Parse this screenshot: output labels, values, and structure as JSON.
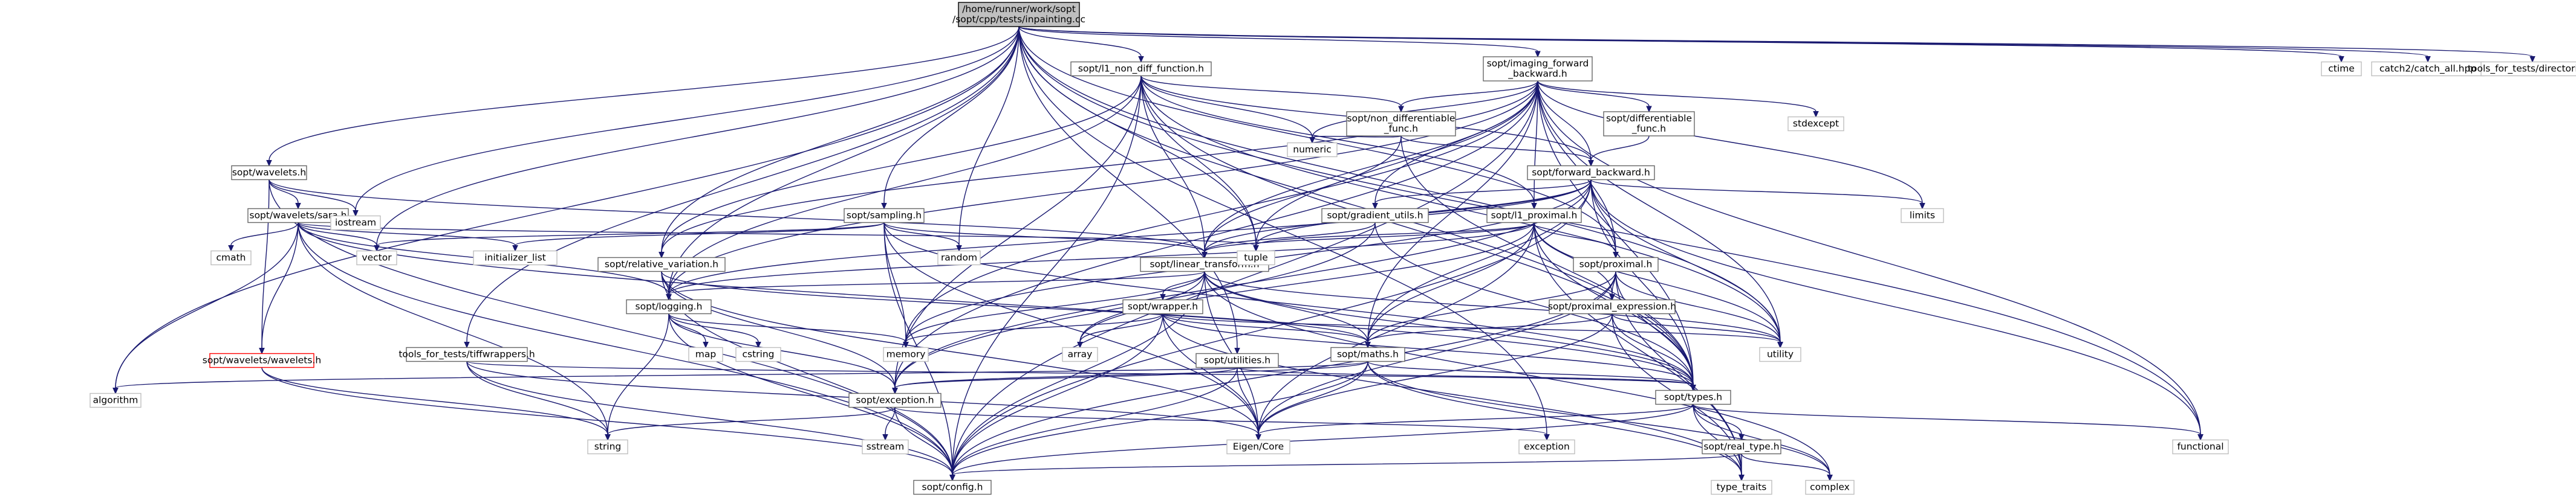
{
  "diagram": {
    "type": "include-dependency-graph",
    "colors": {
      "edge": "#191970",
      "root_fill": "#bfbfbf",
      "project_header_border": "#666666",
      "system_header_border": "#bfbfbf",
      "missing_header_border": "#ff0000"
    },
    "nodes": [
      {
        "id": "root",
        "lines": [
          "/home/runner/work/sopt",
          "/sopt/cpp/tests/inpainting.cc"
        ],
        "kind": "root"
      },
      {
        "id": "l1nondiff",
        "lines": [
          "sopt/l1_non_diff_function.h"
        ],
        "kind": "project"
      },
      {
        "id": "imagingfb",
        "lines": [
          "sopt/imaging_forward",
          "_backward.h"
        ],
        "kind": "project"
      },
      {
        "id": "ctime",
        "lines": [
          "ctime"
        ],
        "kind": "system"
      },
      {
        "id": "catch",
        "lines": [
          "catch2/catch_all.hpp"
        ],
        "kind": "system"
      },
      {
        "id": "toolsdirs",
        "lines": [
          "tools_for_tests/directories.h"
        ],
        "kind": "system"
      },
      {
        "id": "nondiff",
        "lines": [
          "sopt/non_differentiable",
          "_func.h"
        ],
        "kind": "project"
      },
      {
        "id": "differentiable",
        "lines": [
          "sopt/differentiable",
          "_func.h"
        ],
        "kind": "project"
      },
      {
        "id": "stdexcept",
        "lines": [
          "stdexcept"
        ],
        "kind": "system"
      },
      {
        "id": "numeric",
        "lines": [
          "numeric"
        ],
        "kind": "system"
      },
      {
        "id": "wavelets",
        "lines": [
          "sopt/wavelets.h"
        ],
        "kind": "project"
      },
      {
        "id": "forwardbackward",
        "lines": [
          "sopt/forward_backward.h"
        ],
        "kind": "project"
      },
      {
        "id": "limits",
        "lines": [
          "limits"
        ],
        "kind": "system"
      },
      {
        "id": "sara",
        "lines": [
          "sopt/wavelets/sara.h"
        ],
        "kind": "project"
      },
      {
        "id": "iostream",
        "lines": [
          "iostream"
        ],
        "kind": "system"
      },
      {
        "id": "sampling",
        "lines": [
          "sopt/sampling.h"
        ],
        "kind": "project"
      },
      {
        "id": "gradient",
        "lines": [
          "sopt/gradient_utils.h"
        ],
        "kind": "project"
      },
      {
        "id": "l1proximal",
        "lines": [
          "sopt/l1_proximal.h"
        ],
        "kind": "project"
      },
      {
        "id": "cmath",
        "lines": [
          "cmath"
        ],
        "kind": "system"
      },
      {
        "id": "vector",
        "lines": [
          "vector"
        ],
        "kind": "system"
      },
      {
        "id": "initlist",
        "lines": [
          "initializer_list"
        ],
        "kind": "system"
      },
      {
        "id": "random",
        "lines": [
          "random"
        ],
        "kind": "system"
      },
      {
        "id": "linear",
        "lines": [
          "sopt/linear_transform.h"
        ],
        "kind": "project"
      },
      {
        "id": "tuple",
        "lines": [
          "tuple"
        ],
        "kind": "system"
      },
      {
        "id": "relvar",
        "lines": [
          "sopt/relative_variation.h"
        ],
        "kind": "project"
      },
      {
        "id": "proximal",
        "lines": [
          "sopt/proximal.h"
        ],
        "kind": "project"
      },
      {
        "id": "wrapper",
        "lines": [
          "sopt/wrapper.h"
        ],
        "kind": "project"
      },
      {
        "id": "logging",
        "lines": [
          "sopt/logging.h"
        ],
        "kind": "project"
      },
      {
        "id": "proxexpr",
        "lines": [
          "sopt/proximal_expression.h"
        ],
        "kind": "project"
      },
      {
        "id": "map",
        "lines": [
          "map"
        ],
        "kind": "system"
      },
      {
        "id": "cstring",
        "lines": [
          "cstring"
        ],
        "kind": "system"
      },
      {
        "id": "memory",
        "lines": [
          "memory"
        ],
        "kind": "system"
      },
      {
        "id": "array",
        "lines": [
          "array"
        ],
        "kind": "system"
      },
      {
        "id": "utility",
        "lines": [
          "utility"
        ],
        "kind": "system"
      },
      {
        "id": "tfft",
        "lines": [
          "tools_for_tests/tiffwrappers.h"
        ],
        "kind": "project"
      },
      {
        "id": "waveletsw",
        "lines": [
          "sopt/wavelets/wavelets.h"
        ],
        "kind": "missing"
      },
      {
        "id": "utilities",
        "lines": [
          "sopt/utilities.h"
        ],
        "kind": "project"
      },
      {
        "id": "maths",
        "lines": [
          "sopt/maths.h"
        ],
        "kind": "project"
      },
      {
        "id": "algorithm",
        "lines": [
          "algorithm"
        ],
        "kind": "system"
      },
      {
        "id": "exception",
        "lines": [
          "sopt/exception.h"
        ],
        "kind": "project"
      },
      {
        "id": "types",
        "lines": [
          "sopt/types.h"
        ],
        "kind": "project"
      },
      {
        "id": "sstream",
        "lines": [
          "sstream"
        ],
        "kind": "system"
      },
      {
        "id": "string",
        "lines": [
          "string"
        ],
        "kind": "system"
      },
      {
        "id": "eigen",
        "lines": [
          "Eigen/Core"
        ],
        "kind": "system"
      },
      {
        "id": "exceptionstd",
        "lines": [
          "exception"
        ],
        "kind": "system"
      },
      {
        "id": "realtype",
        "lines": [
          "sopt/real_type.h"
        ],
        "kind": "project"
      },
      {
        "id": "functional",
        "lines": [
          "functional"
        ],
        "kind": "system"
      },
      {
        "id": "config",
        "lines": [
          "sopt/config.h"
        ],
        "kind": "project"
      },
      {
        "id": "typetraits",
        "lines": [
          "type_traits"
        ],
        "kind": "system"
      },
      {
        "id": "complex",
        "lines": [
          "complex"
        ],
        "kind": "system"
      }
    ],
    "edges": [
      [
        "root",
        "l1nondiff"
      ],
      [
        "root",
        "imagingfb"
      ],
      [
        "root",
        "ctime"
      ],
      [
        "root",
        "catch"
      ],
      [
        "root",
        "toolsdirs"
      ],
      [
        "root",
        "wavelets"
      ],
      [
        "root",
        "iostream"
      ],
      [
        "root",
        "vector"
      ],
      [
        "root",
        "sampling"
      ],
      [
        "root",
        "random"
      ],
      [
        "root",
        "relvar"
      ],
      [
        "root",
        "logging"
      ],
      [
        "root",
        "proximal"
      ],
      [
        "root",
        "tfft"
      ],
      [
        "root",
        "utilities"
      ],
      [
        "root",
        "types"
      ],
      [
        "root",
        "algorithm"
      ],
      [
        "root",
        "functional"
      ],
      [
        "root",
        "exceptionstd"
      ],
      [
        "root",
        "tuple"
      ],
      [
        "root",
        "utility"
      ],
      [
        "l1nondiff",
        "nondiff"
      ],
      [
        "l1nondiff",
        "numeric"
      ],
      [
        "l1nondiff",
        "forwardbackward"
      ],
      [
        "l1nondiff",
        "l1proximal"
      ],
      [
        "l1nondiff",
        "linear"
      ],
      [
        "l1nondiff",
        "tuple"
      ],
      [
        "l1nondiff",
        "relvar"
      ],
      [
        "l1nondiff",
        "logging"
      ],
      [
        "l1nondiff",
        "exception"
      ],
      [
        "l1nondiff",
        "types"
      ],
      [
        "l1nondiff",
        "config"
      ],
      [
        "l1nondiff",
        "utility"
      ],
      [
        "imagingfb",
        "nondiff"
      ],
      [
        "imagingfb",
        "differentiable"
      ],
      [
        "imagingfb",
        "stdexcept"
      ],
      [
        "imagingfb",
        "numeric"
      ],
      [
        "imagingfb",
        "forwardbackward"
      ],
      [
        "imagingfb",
        "limits"
      ],
      [
        "imagingfb",
        "gradient"
      ],
      [
        "imagingfb",
        "linear"
      ],
      [
        "imagingfb",
        "relvar"
      ],
      [
        "imagingfb",
        "logging"
      ],
      [
        "imagingfb",
        "memory"
      ],
      [
        "imagingfb",
        "utility"
      ],
      [
        "imagingfb",
        "types"
      ],
      [
        "imagingfb",
        "exception"
      ],
      [
        "imagingfb",
        "functional"
      ],
      [
        "imagingfb",
        "l1proximal"
      ],
      [
        "imagingfb",
        "proximal"
      ],
      [
        "imagingfb",
        "maths"
      ],
      [
        "imagingfb",
        "config"
      ],
      [
        "imagingfb",
        "tuple"
      ],
      [
        "nondiff",
        "numeric"
      ],
      [
        "nondiff",
        "forwardbackward"
      ],
      [
        "nondiff",
        "linear"
      ],
      [
        "nondiff",
        "types"
      ],
      [
        "differentiable",
        "forwardbackward"
      ],
      [
        "forwardbackward",
        "gradient"
      ],
      [
        "forwardbackward",
        "limits"
      ],
      [
        "forwardbackward",
        "functional"
      ],
      [
        "forwardbackward",
        "linear"
      ],
      [
        "forwardbackward",
        "logging"
      ],
      [
        "forwardbackward",
        "memory"
      ],
      [
        "forwardbackward",
        "utility"
      ],
      [
        "forwardbackward",
        "types"
      ],
      [
        "forwardbackward",
        "exception"
      ],
      [
        "forwardbackward",
        "tuple"
      ],
      [
        "forwardbackward",
        "proximal"
      ],
      [
        "forwardbackward",
        "maths"
      ],
      [
        "forwardbackward",
        "config"
      ],
      [
        "wavelets",
        "sara"
      ],
      [
        "wavelets",
        "iostream"
      ],
      [
        "wavelets",
        "waveletsw"
      ],
      [
        "wavelets",
        "linear"
      ],
      [
        "wavelets",
        "config"
      ],
      [
        "sara",
        "cmath"
      ],
      [
        "sara",
        "vector"
      ],
      [
        "sara",
        "initlist"
      ],
      [
        "sara",
        "string"
      ],
      [
        "sara",
        "algorithm"
      ],
      [
        "sara",
        "waveletsw"
      ],
      [
        "sara",
        "logging"
      ],
      [
        "sara",
        "types"
      ],
      [
        "sara",
        "config"
      ],
      [
        "sara",
        "tuple"
      ],
      [
        "sampling",
        "vector"
      ],
      [
        "sampling",
        "initlist"
      ],
      [
        "sampling",
        "random"
      ],
      [
        "sampling",
        "memory"
      ],
      [
        "sampling",
        "linear"
      ],
      [
        "sampling",
        "types"
      ],
      [
        "sampling",
        "eigen"
      ],
      [
        "sampling",
        "config"
      ],
      [
        "gradient",
        "linear"
      ],
      [
        "gradient",
        "exception"
      ],
      [
        "gradient",
        "types"
      ],
      [
        "l1proximal",
        "linear"
      ],
      [
        "l1proximal",
        "proximal"
      ],
      [
        "l1proximal",
        "proxexpr"
      ],
      [
        "l1proximal",
        "maths"
      ],
      [
        "l1proximal",
        "logging"
      ],
      [
        "l1proximal",
        "types"
      ],
      [
        "l1proximal",
        "eigen"
      ],
      [
        "l1proximal",
        "utility"
      ],
      [
        "l1proximal",
        "tuple"
      ],
      [
        "l1proximal",
        "array"
      ],
      [
        "l1proximal",
        "typetraits"
      ],
      [
        "linear",
        "wrapper"
      ],
      [
        "linear",
        "memory"
      ],
      [
        "linear",
        "array"
      ],
      [
        "linear",
        "utility"
      ],
      [
        "linear",
        "maths"
      ],
      [
        "linear",
        "types"
      ],
      [
        "linear",
        "eigen"
      ],
      [
        "linear",
        "logging"
      ],
      [
        "linear",
        "config"
      ],
      [
        "linear",
        "complex"
      ],
      [
        "relvar",
        "logging"
      ],
      [
        "relvar",
        "maths"
      ],
      [
        "relvar",
        "exception"
      ],
      [
        "relvar",
        "eigen"
      ],
      [
        "relvar",
        "config"
      ],
      [
        "proximal",
        "proxexpr"
      ],
      [
        "proximal",
        "maths"
      ],
      [
        "proximal",
        "types"
      ],
      [
        "proximal",
        "eigen"
      ],
      [
        "proximal",
        "config"
      ],
      [
        "proximal",
        "utility"
      ],
      [
        "proximal",
        "typetraits"
      ],
      [
        "wrapper",
        "array"
      ],
      [
        "wrapper",
        "memory"
      ],
      [
        "wrapper",
        "utility"
      ],
      [
        "wrapper",
        "maths"
      ],
      [
        "wrapper",
        "types"
      ],
      [
        "wrapper",
        "eigen"
      ],
      [
        "wrapper",
        "config"
      ],
      [
        "wrapper",
        "typetraits"
      ],
      [
        "logging",
        "map"
      ],
      [
        "logging",
        "cstring"
      ],
      [
        "logging",
        "memory"
      ],
      [
        "logging",
        "exception"
      ],
      [
        "logging",
        "string"
      ],
      [
        "logging",
        "config"
      ],
      [
        "proxexpr",
        "maths"
      ],
      [
        "proxexpr",
        "types"
      ],
      [
        "proxexpr",
        "eigen"
      ],
      [
        "proxexpr",
        "utility"
      ],
      [
        "proxexpr",
        "typetraits"
      ],
      [
        "tfft",
        "types"
      ],
      [
        "tfft",
        "string"
      ],
      [
        "tfft",
        "config"
      ],
      [
        "tfft",
        "eigen"
      ],
      [
        "waveletsw",
        "string"
      ],
      [
        "waveletsw",
        "config"
      ],
      [
        "utilities",
        "exception"
      ],
      [
        "utilities",
        "types"
      ],
      [
        "utilities",
        "eigen"
      ],
      [
        "utilities",
        "config"
      ],
      [
        "maths",
        "algorithm"
      ],
      [
        "maths",
        "exception"
      ],
      [
        "maths",
        "types"
      ],
      [
        "maths",
        "eigen"
      ],
      [
        "maths",
        "config"
      ],
      [
        "maths",
        "complex"
      ],
      [
        "maths",
        "typetraits"
      ],
      [
        "exception",
        "sstream"
      ],
      [
        "exception",
        "string"
      ],
      [
        "exception",
        "config"
      ],
      [
        "exception",
        "exceptionstd"
      ],
      [
        "types",
        "realtype"
      ],
      [
        "types",
        "complex"
      ],
      [
        "types",
        "eigen"
      ],
      [
        "types",
        "functional"
      ],
      [
        "types",
        "config"
      ],
      [
        "types",
        "typetraits"
      ],
      [
        "realtype",
        "complex"
      ],
      [
        "realtype",
        "typetraits"
      ],
      [
        "realtype",
        "config"
      ]
    ]
  }
}
